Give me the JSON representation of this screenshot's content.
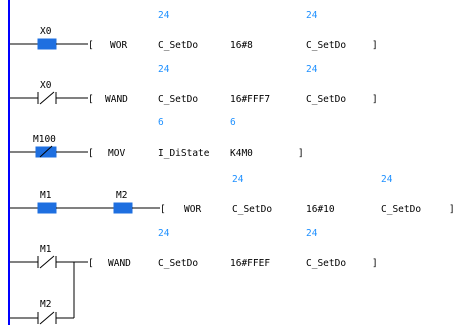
{
  "colors": {
    "left_rail": "#0000FF",
    "active_contact": "#1E6FE0",
    "value_text": "#1E90FF",
    "ink": "#000000"
  },
  "rungs": [
    {
      "contacts": [
        {
          "label": "X0",
          "type": "no-contact",
          "active": true
        }
      ],
      "instruction": {
        "op": "WOR",
        "operands": [
          "C_SetDo",
          "16#8",
          "C_SetDo"
        ],
        "values": [
          "24",
          "",
          "24"
        ],
        "close": "]"
      }
    },
    {
      "contacts": [
        {
          "label": "X0",
          "type": "nc-contact",
          "active": false
        }
      ],
      "instruction": {
        "op": "WAND",
        "operands": [
          "C_SetDo",
          "16#FFF7",
          "C_SetDo"
        ],
        "values": [
          "24",
          "",
          "24"
        ],
        "close": "]"
      }
    },
    {
      "contacts": [
        {
          "label": "M100",
          "type": "nc-contact",
          "active": true
        }
      ],
      "instruction": {
        "op": "MOV",
        "operands": [
          "I_DiState",
          "K4M0"
        ],
        "values": [
          "6",
          "6"
        ],
        "close": "]"
      }
    },
    {
      "contacts": [
        {
          "label": "M1",
          "type": "no-contact",
          "active": true
        },
        {
          "label": "M2",
          "type": "no-contact",
          "active": true
        }
      ],
      "instruction": {
        "op": "WOR",
        "operands": [
          "C_SetDo",
          "16#10",
          "C_SetDo"
        ],
        "values": [
          "24",
          "",
          "24"
        ],
        "close": "]"
      }
    },
    {
      "contacts": [
        {
          "label": "M1",
          "type": "nc-contact",
          "active": false
        },
        {
          "label": "M2",
          "type": "nc-contact",
          "active": false
        }
      ],
      "instruction": {
        "op": "WAND",
        "operands": [
          "C_SetDo",
          "16#FFEF",
          "C_SetDo"
        ],
        "values": [
          "24",
          "",
          "24"
        ],
        "close": "]"
      }
    }
  ]
}
